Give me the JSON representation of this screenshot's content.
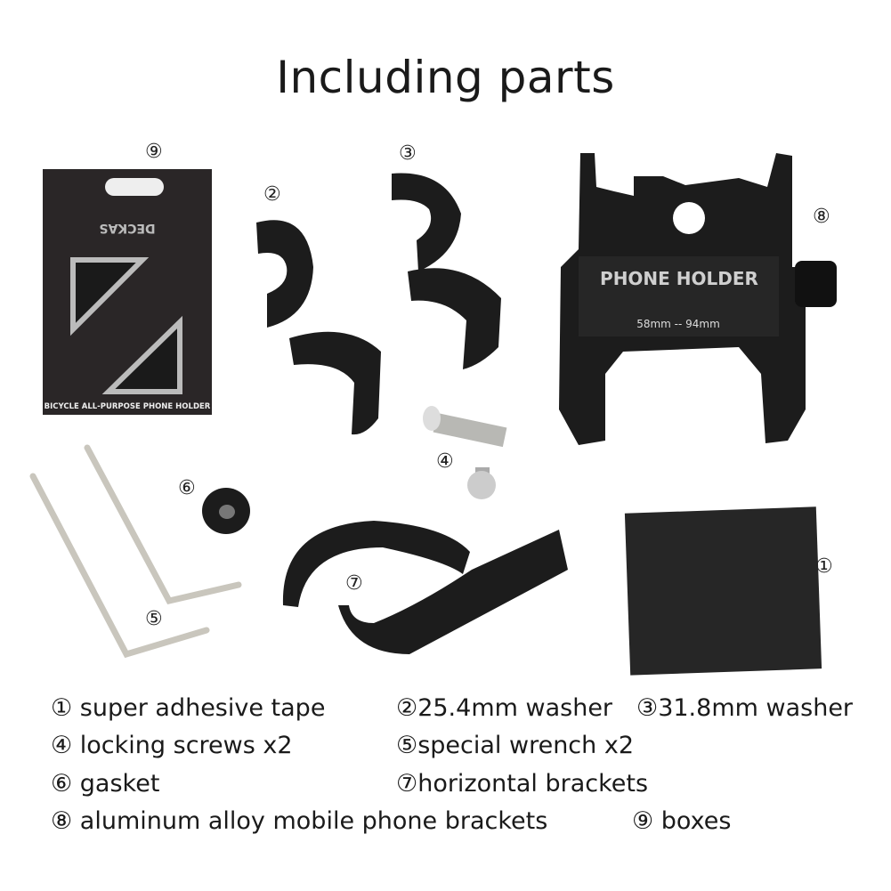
{
  "title": "Including parts",
  "markers": {
    "m1": "①",
    "m2": "②",
    "m3": "③",
    "m4": "④",
    "m5": "⑤",
    "m6": "⑥",
    "m7": "⑦",
    "m8": "⑧",
    "m9": "⑨"
  },
  "box": {
    "brand": "DECKAS",
    "caption": "BICYCLE ALL-PURPOSE PHONE HOLDER"
  },
  "holder": {
    "label": "PHONE HOLDER",
    "range": "58mm -- 94mm"
  },
  "legend": [
    [
      "① super adhesive tape",
      "②25.4mm washer",
      "③31.8mm washer"
    ],
    [
      "④ locking screws x2",
      "⑤special wrench x2"
    ],
    [
      "⑥ gasket",
      "⑦horizontal brackets"
    ],
    [
      "⑧ aluminum alloy mobile phone brackets",
      "⑨ boxes"
    ]
  ],
  "colors": {
    "part": "#1c1c1c",
    "box": "#2a2627",
    "metal": "#c8c8c4",
    "pad": "#262626"
  }
}
